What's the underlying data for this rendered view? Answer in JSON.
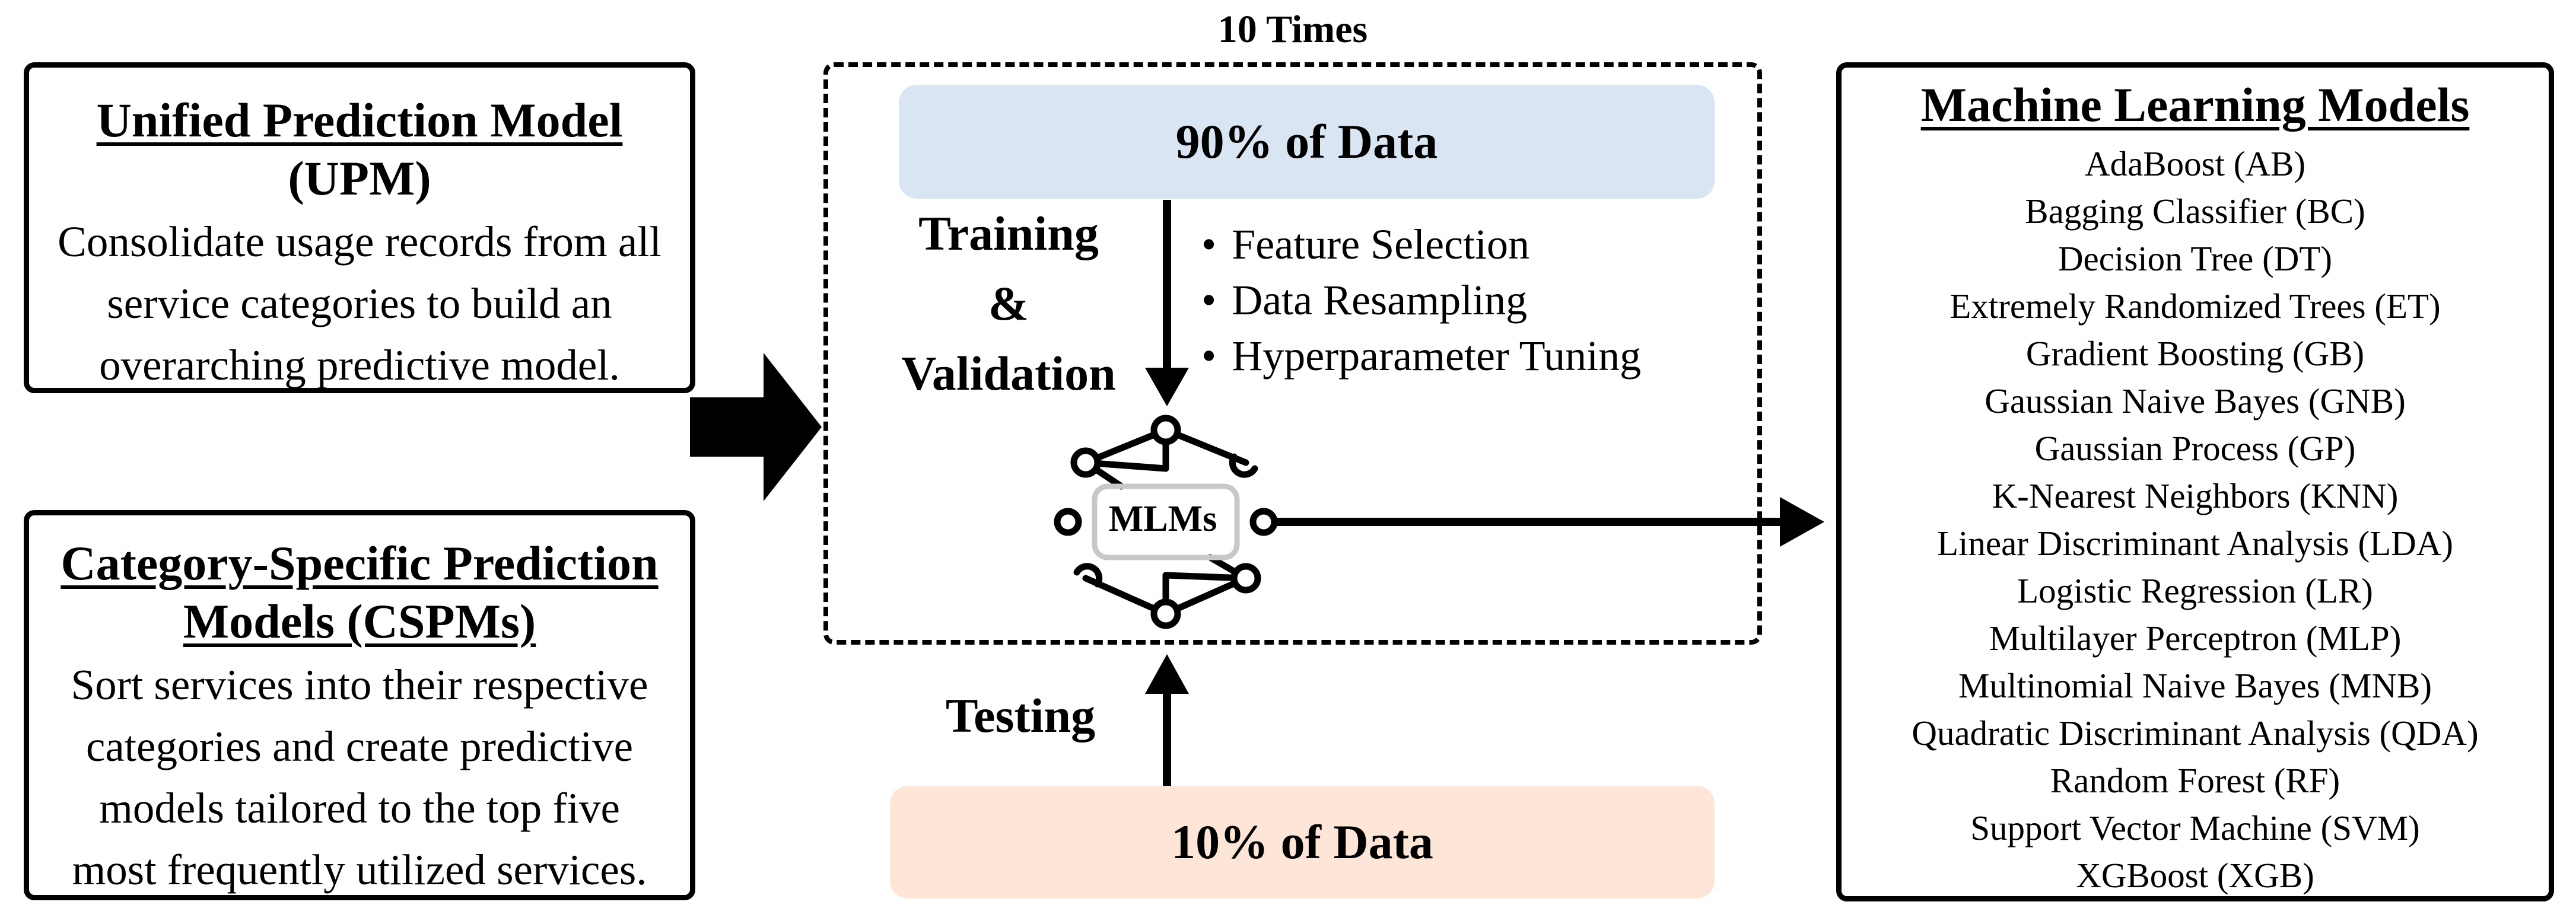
{
  "loop": {
    "label": "10 Times"
  },
  "upm": {
    "title_line1": "Unified Prediction Model",
    "title_line2": "(UPM)",
    "desc": [
      "Consolidate usage records from all",
      "service categories to build an",
      "overarching predictive model."
    ]
  },
  "cspm": {
    "title_line1": "Category-Specific Prediction",
    "title_line2": "Models (CSPMs)",
    "desc": [
      "Sort services into their respective",
      "categories and create predictive",
      "models tailored to the top five",
      "most frequently utilized services."
    ]
  },
  "training": {
    "data_label": "90% of Data",
    "stage_line1": "Training",
    "stage_line2": "&",
    "stage_line3": "Validation",
    "steps": [
      "Feature Selection",
      "Data Resampling",
      "Hyperparameter Tuning"
    ]
  },
  "testing": {
    "data_label": "10% of Data",
    "stage_label": "Testing"
  },
  "mlm": {
    "label": "MLMs"
  },
  "ml_models": {
    "title": "Machine Learning Models",
    "items": [
      "AdaBoost (AB)",
      "Bagging Classifier (BC)",
      "Decision Tree (DT)",
      "Extremely Randomized Trees (ET)",
      "Gradient Boosting (GB)",
      "Gaussian Naive Bayes (GNB)",
      "Gaussian Process (GP)",
      "K-Nearest Neighbors (KNN)",
      "Linear Discriminant Analysis (LDA)",
      "Logistic Regression (LR)",
      "Multilayer Perceptron (MLP)",
      "Multinomial Naive Bayes (MNB)",
      "Quadratic Discriminant Analysis (QDA)",
      "Random Forest (RF)",
      "Support Vector Machine (SVM)",
      "XGBoost (XGB)"
    ]
  },
  "colors": {
    "training_fill": "#dae5f4",
    "testing_fill": "#fde5d8",
    "stroke": "#000000"
  }
}
